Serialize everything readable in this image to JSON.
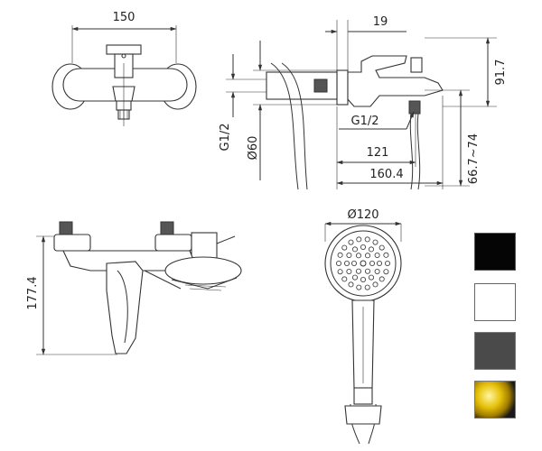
{
  "dimensions": {
    "width_150": "150",
    "depth_19": "19",
    "height_91_7": "91.7",
    "thread_g12_side": "G1/2",
    "rosette_d60": "Ø60",
    "thread_g12_spout": "G1/2",
    "spout_121": "121",
    "spout_160_4": "160.4",
    "range_66_7_74": "66.7~74",
    "height_177_4": "177.4",
    "shower_d120": "Ø120"
  },
  "finishes": [
    {
      "name": "black",
      "color": "#050505"
    },
    {
      "name": "white",
      "color": "#ffffff"
    },
    {
      "name": "graphite",
      "color": "#4a4a4a"
    },
    {
      "name": "gold",
      "color": "#e6c10a"
    }
  ]
}
